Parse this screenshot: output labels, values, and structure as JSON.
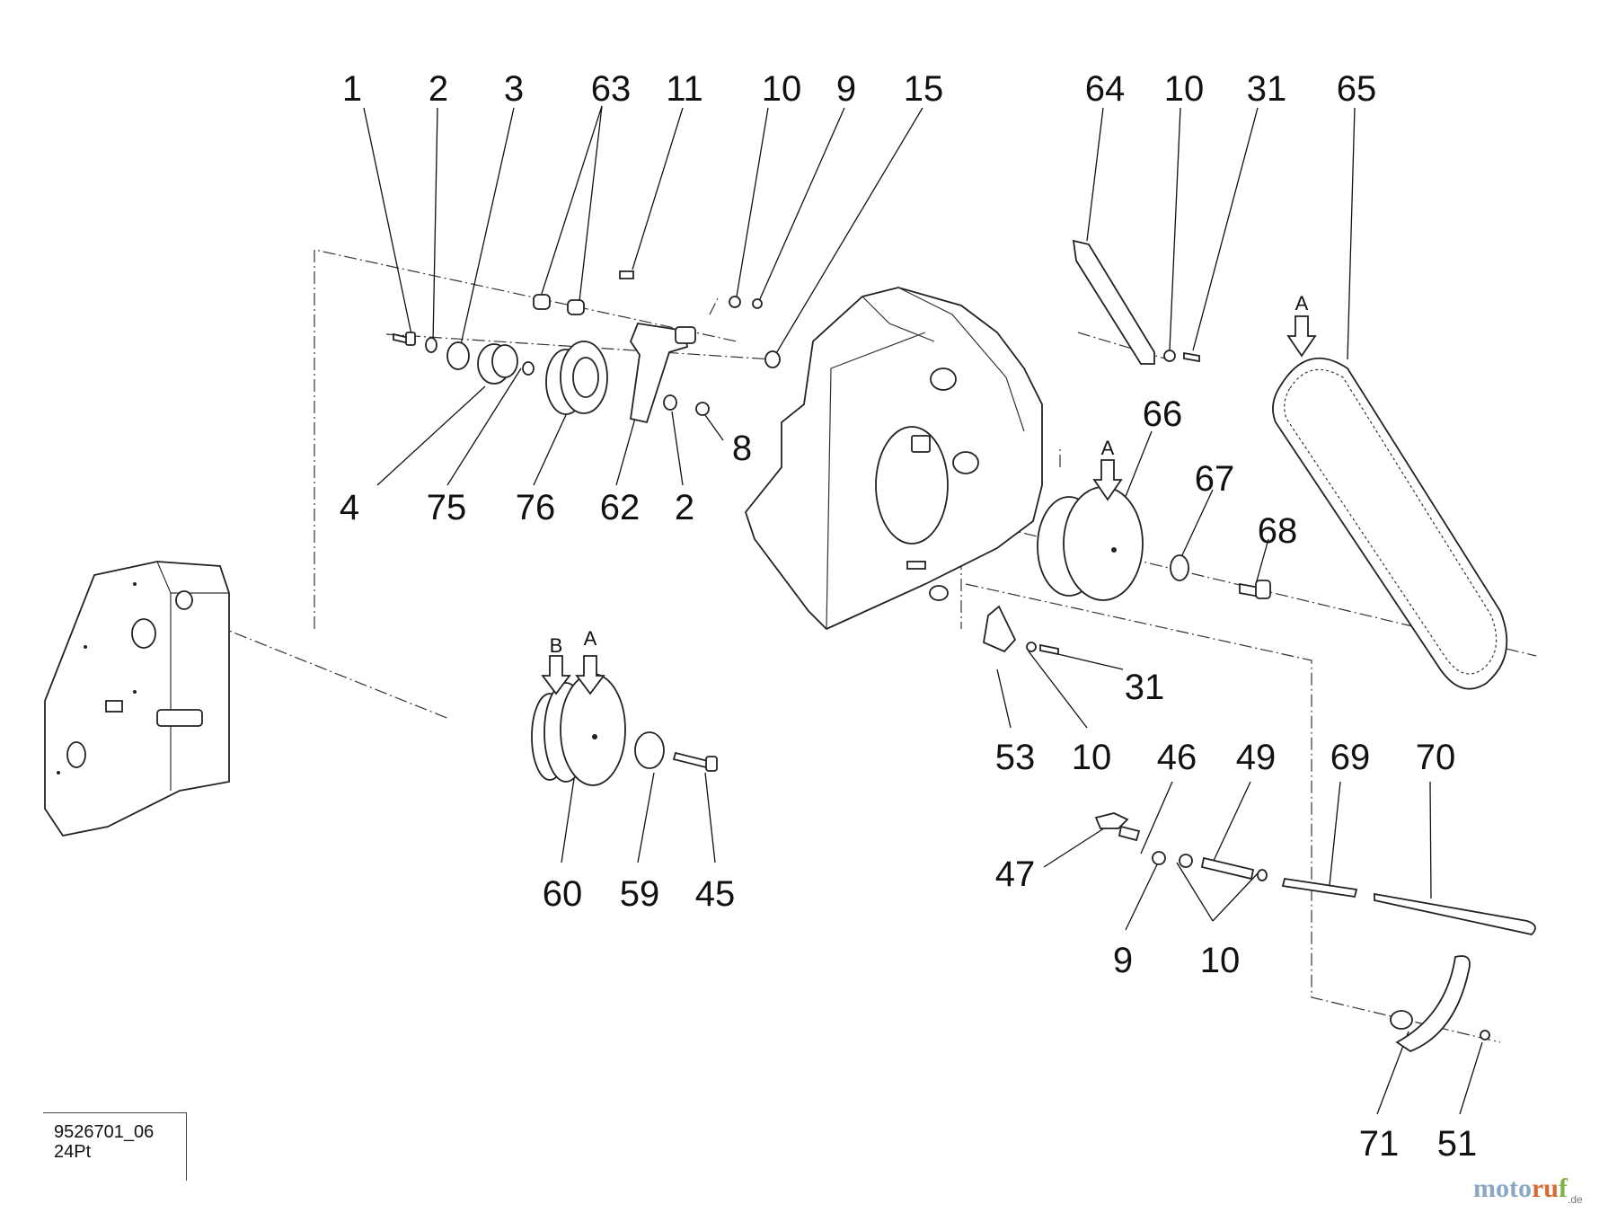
{
  "labels": [
    "1",
    "2",
    "3",
    "63",
    "11",
    "10",
    "9",
    "15",
    "64",
    "10",
    "31",
    "65",
    "66",
    "67",
    "68",
    "8",
    "4",
    "75",
    "76",
    "62",
    "2",
    "31",
    "53",
    "10",
    "46",
    "49",
    "69",
    "70",
    "47",
    "9",
    "10",
    "60",
    "59",
    "45",
    "71",
    "51"
  ],
  "arrow_labels": [
    "A",
    "A",
    "B",
    "A"
  ],
  "stamp": {
    "line1": "9526701_06",
    "line2": "24Pt"
  },
  "brand": {
    "part1": "moto",
    "part2": "ru",
    "part3": "f",
    "tld": ".de"
  }
}
